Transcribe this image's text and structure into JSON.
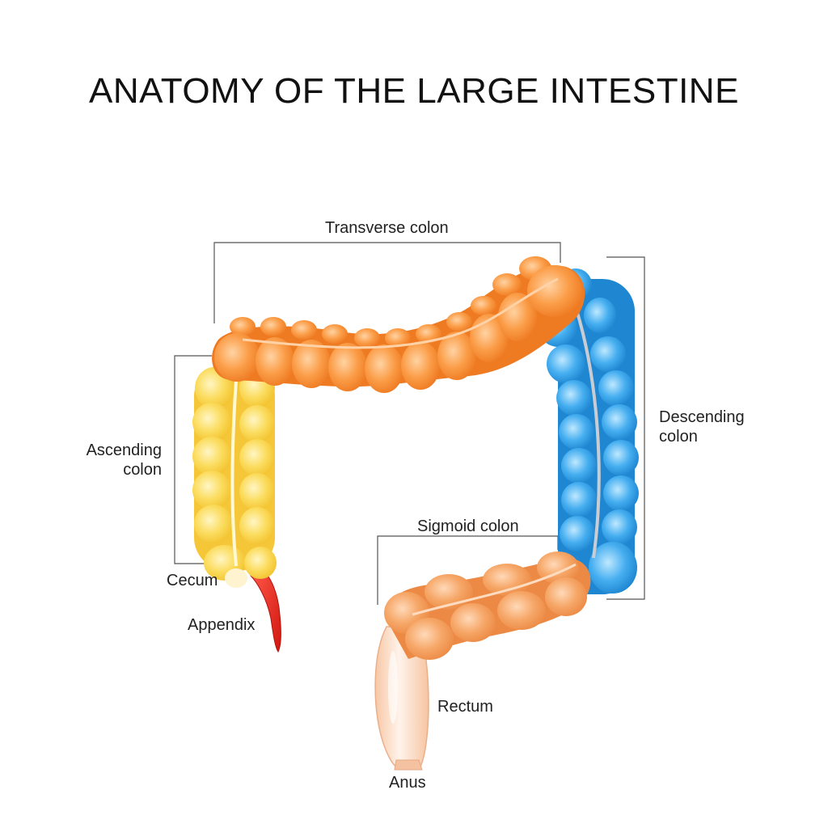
{
  "title": "ANATOMY OF THE LARGE INTESTINE",
  "labels": {
    "transverse": "Transverse colon",
    "ascending_line1": "Ascending",
    "ascending_line2": "colon",
    "descending_line1": "Descending",
    "descending_line2": "colon",
    "sigmoid": "Sigmoid colon",
    "cecum": "Cecum",
    "appendix": "Appendix",
    "rectum": "Rectum",
    "anus": "Anus"
  },
  "colors": {
    "transverse": "#f7923a",
    "transverse_light": "#ffc28a",
    "ascending": "#f9d54a",
    "ascending_light": "#fff0a8",
    "descending": "#2e9be0",
    "descending_light": "#9fd8fa",
    "sigmoid": "#f29b5c",
    "sigmoid_light": "#ffcfa6",
    "rectum": "#fbd9c2",
    "appendix": "#e8231c",
    "bracket": "#555555"
  }
}
